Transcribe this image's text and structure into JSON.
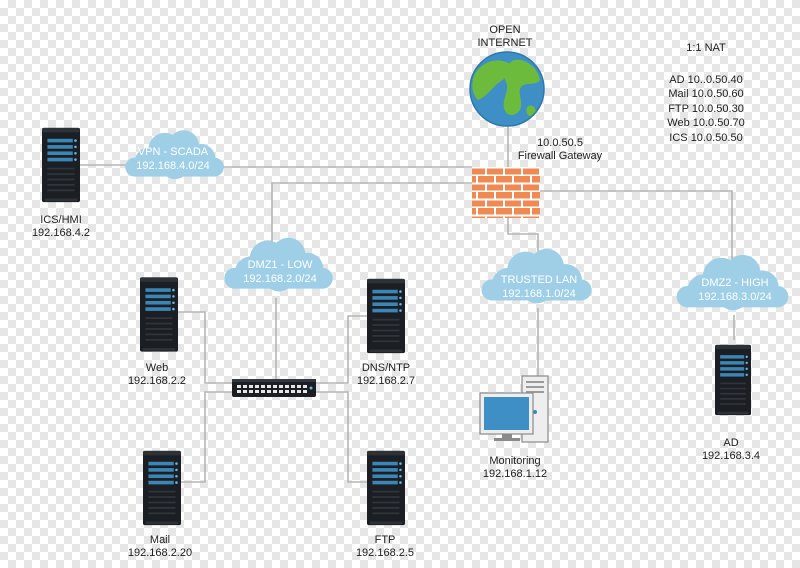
{
  "internet": {
    "line1": "OPEN",
    "line2": "INTERNET"
  },
  "firewall": {
    "ip": "10.0.50.5",
    "name": "Firewall Gateway"
  },
  "nat": {
    "title": "1:1 NAT",
    "entries": [
      "AD 10..0.50.40",
      "Mail 10.0.50.60",
      "FTP 10.0.50.30",
      "Web 10.0.50.70",
      "ICS 10.0.50.50"
    ]
  },
  "clouds": {
    "vpn": {
      "name": "VPN - SCADA",
      "subnet": "192.168.4.0/24"
    },
    "dmz1": {
      "name": "DMZ1 - LOW",
      "subnet": "192.168.2.0/24"
    },
    "trusted": {
      "name": "TRUSTED LAN",
      "subnet": "192.168.1.0/24"
    },
    "dmz2": {
      "name": "DMZ2 - HIGH",
      "subnet": "192.168.3.0/24"
    }
  },
  "hosts": {
    "ics": {
      "name": "ICS/HMI",
      "ip": "192.168.4.2"
    },
    "web": {
      "name": "Web",
      "ip": "192.168.2.2"
    },
    "dns": {
      "name": "DNS/NTP",
      "ip": "192.168.2.7"
    },
    "mail": {
      "name": "Mail",
      "ip": "192.168.2.20"
    },
    "ftp": {
      "name": "FTP",
      "ip": "192.168.2.5"
    },
    "monitoring": {
      "name": "Monitoring",
      "ip": "192.168.1.12"
    },
    "ad": {
      "name": "AD",
      "ip": "192.168.3.4"
    }
  },
  "colors": {
    "cloud": "#9ecfe6",
    "server": "#1b1e23",
    "brick": "#f08a52",
    "link": "#b5b5b5"
  },
  "icons": {
    "server": "server-icon",
    "cloud": "cloud-icon",
    "globe": "globe-icon",
    "firewall": "brick-wall-icon",
    "switch": "network-switch-icon",
    "workstation": "desktop-computer-icon"
  }
}
